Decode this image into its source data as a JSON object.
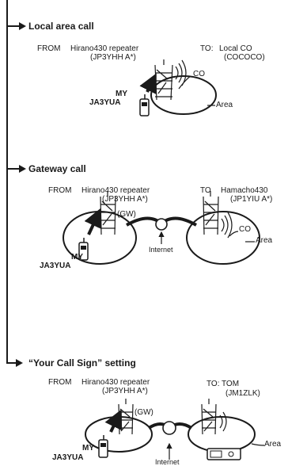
{
  "sections": [
    {
      "title": "Local area call",
      "from_label": "FROM",
      "from_repeater": "Hirano430 repeater",
      "from_callsign": "(JP3YHH A*)",
      "to_label": "TO:",
      "to_value": "Local CO",
      "to_sub": "(COCOCO)",
      "my_label": "MY",
      "my_callsign": "JA3YUA",
      "co_label": "CO",
      "area_label": "Area"
    },
    {
      "title": "Gateway call",
      "from_label": "FROM",
      "from_repeater": "Hirano430 repeater",
      "from_callsign": "(JP3YHH A*)",
      "to_label": "TO",
      "to_value": "Hamacho430",
      "to_sub": "(JP1YIU A*)",
      "my_label": "MY",
      "my_callsign": "JA3YUA",
      "gw_label": "(GW)",
      "co_label": "CO",
      "area_label": "Area",
      "internet_label": "Internet"
    },
    {
      "title": "“Your Call Sign” setting",
      "from_label": "FROM",
      "from_repeater": "Hirano430 repeater",
      "from_callsign": "(JP3YHH A*)",
      "to_label": "TO:",
      "to_value": "TOM",
      "to_sub": "(JM1ZLK)",
      "my_label": "MY",
      "my_callsign": "JA3YUA",
      "gw_label": "(GW)",
      "area_label": "Area",
      "internet_label": "Internet"
    }
  ]
}
